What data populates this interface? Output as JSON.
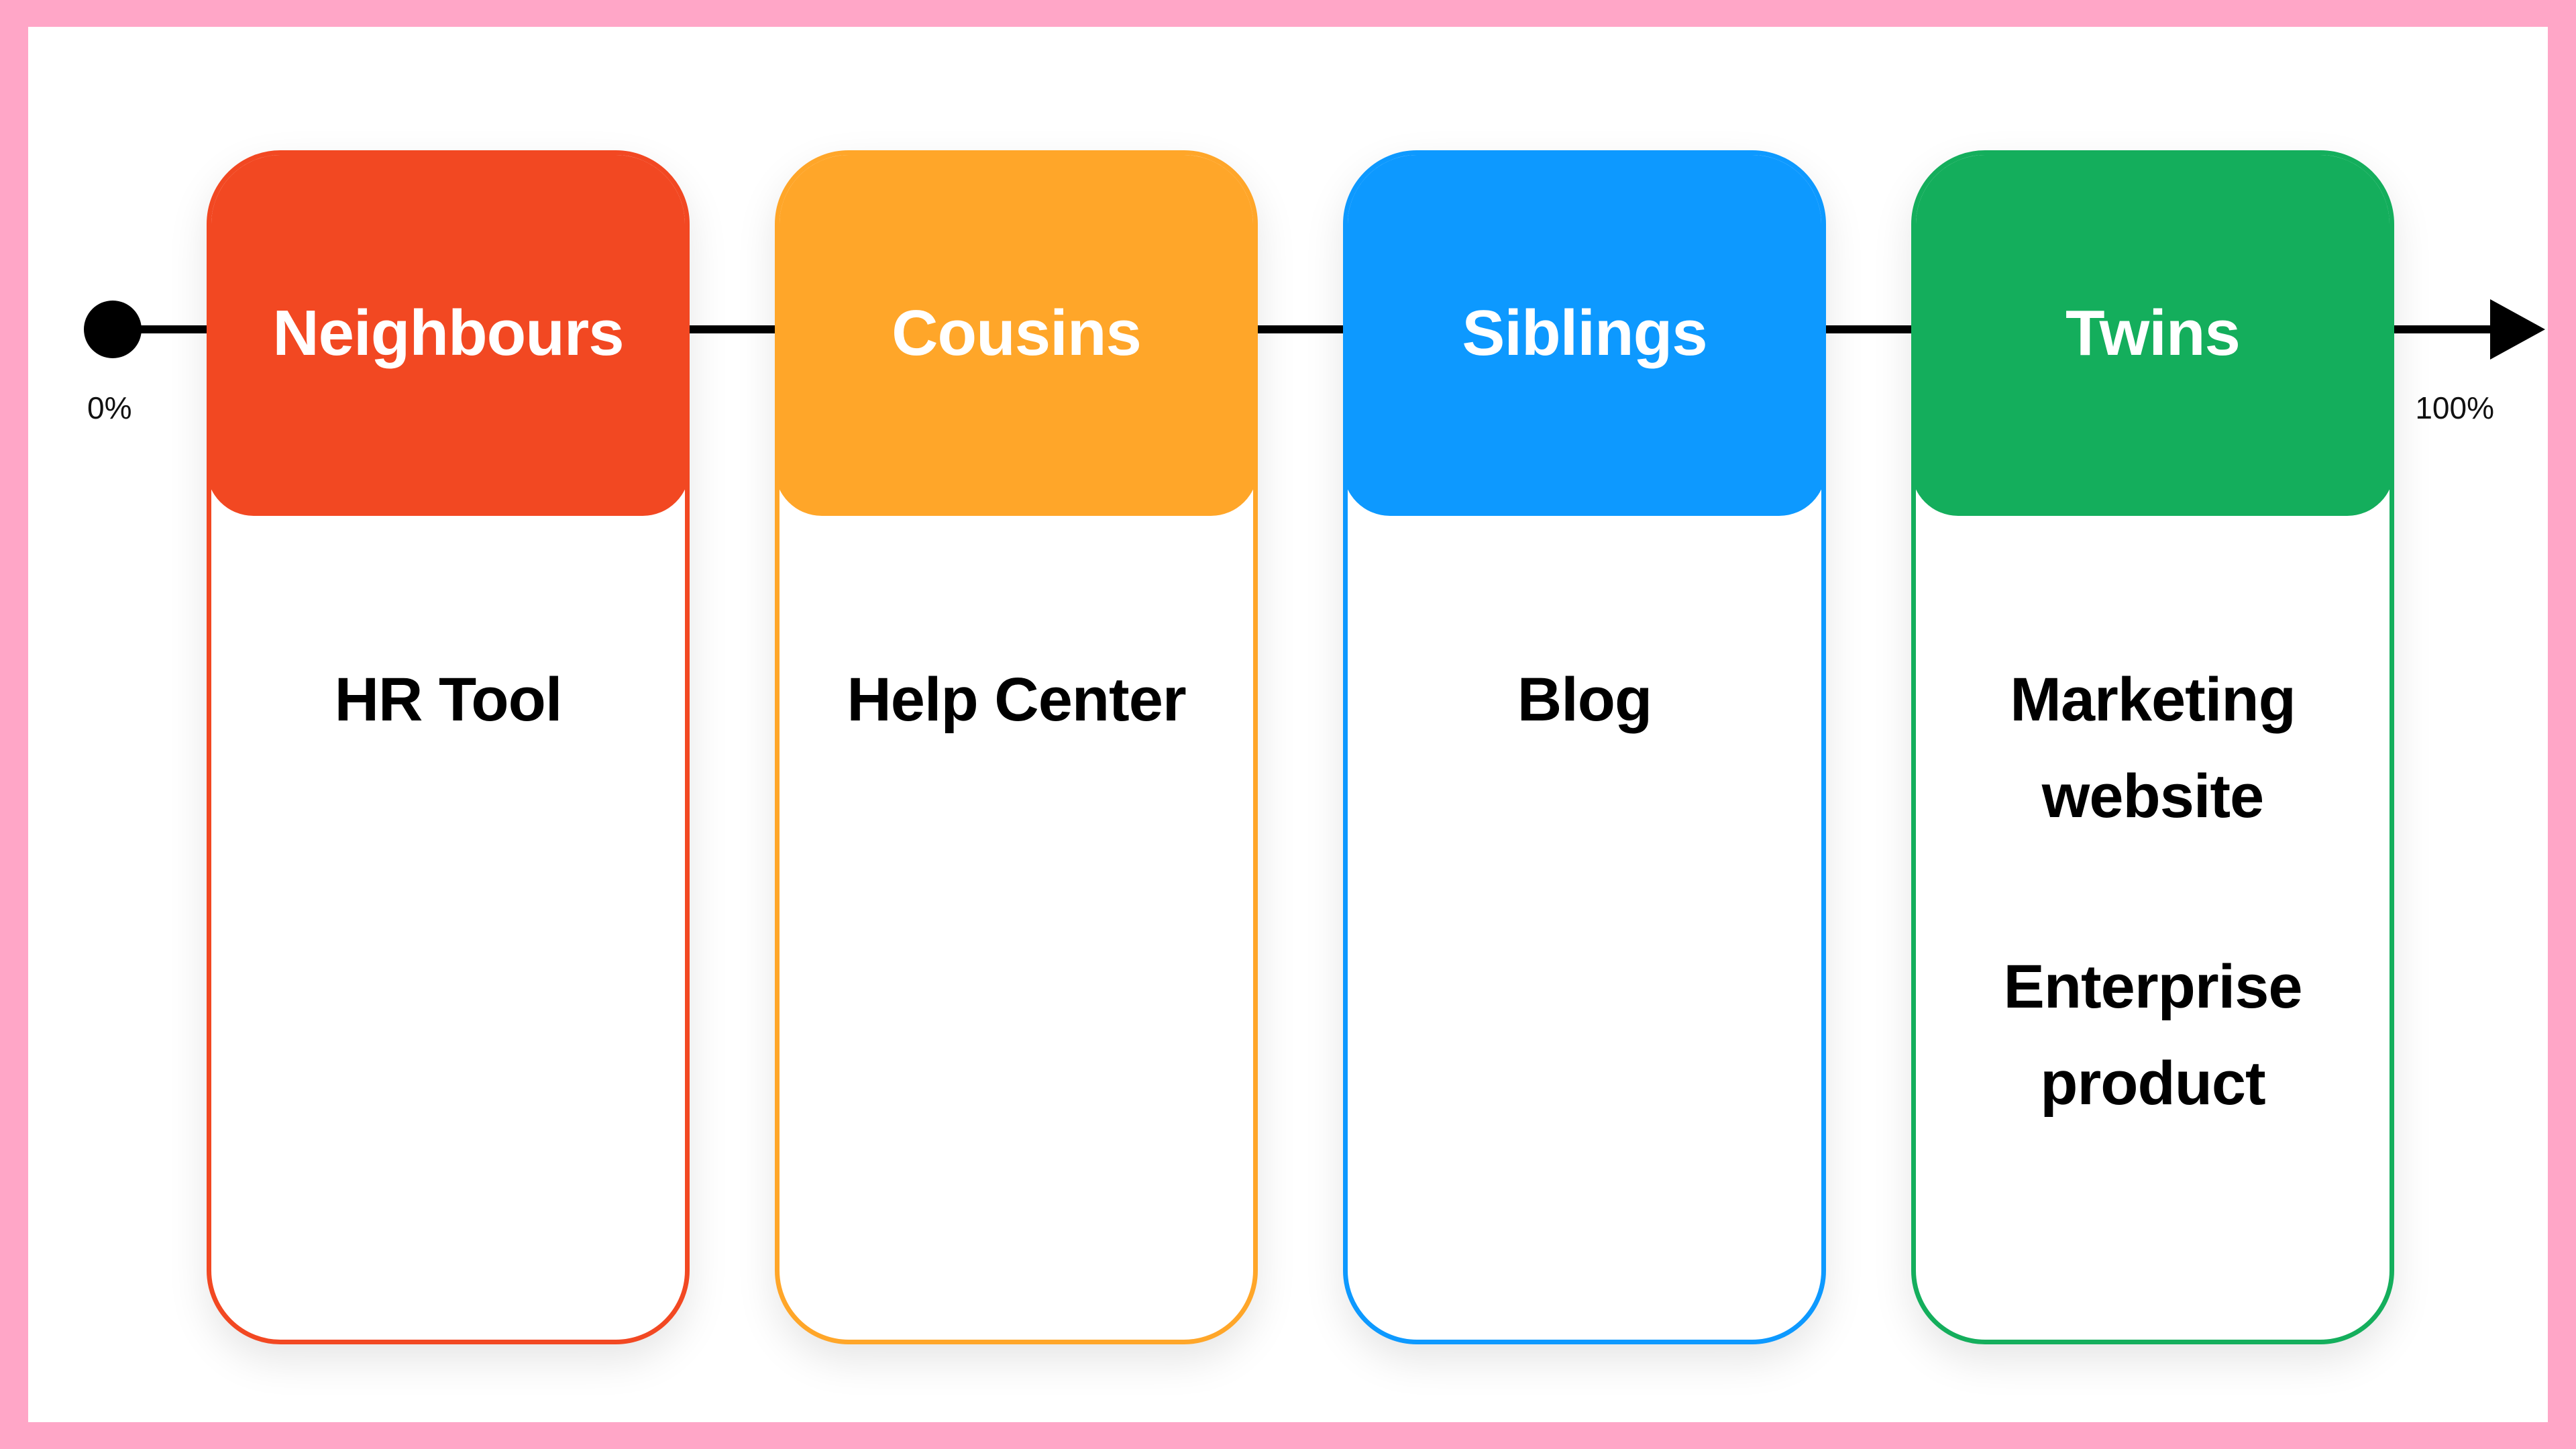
{
  "axis": {
    "start_label": "0%",
    "end_label": "100%"
  },
  "colors": {
    "page_border": "#ffa6c7",
    "axis": "#000000"
  },
  "cards": [
    {
      "title": "Neighbours",
      "color": "#f24822",
      "items": [
        "HR Tool"
      ]
    },
    {
      "title": "Cousins",
      "color": "#ffa629",
      "items": [
        "Help Center"
      ]
    },
    {
      "title": "Siblings",
      "color": "#0d99ff",
      "items": [
        "Blog"
      ]
    },
    {
      "title": "Twins",
      "color": "#14ae5c",
      "items": [
        "Marketing\nwebsite",
        "Enterprise\nproduct"
      ]
    }
  ]
}
